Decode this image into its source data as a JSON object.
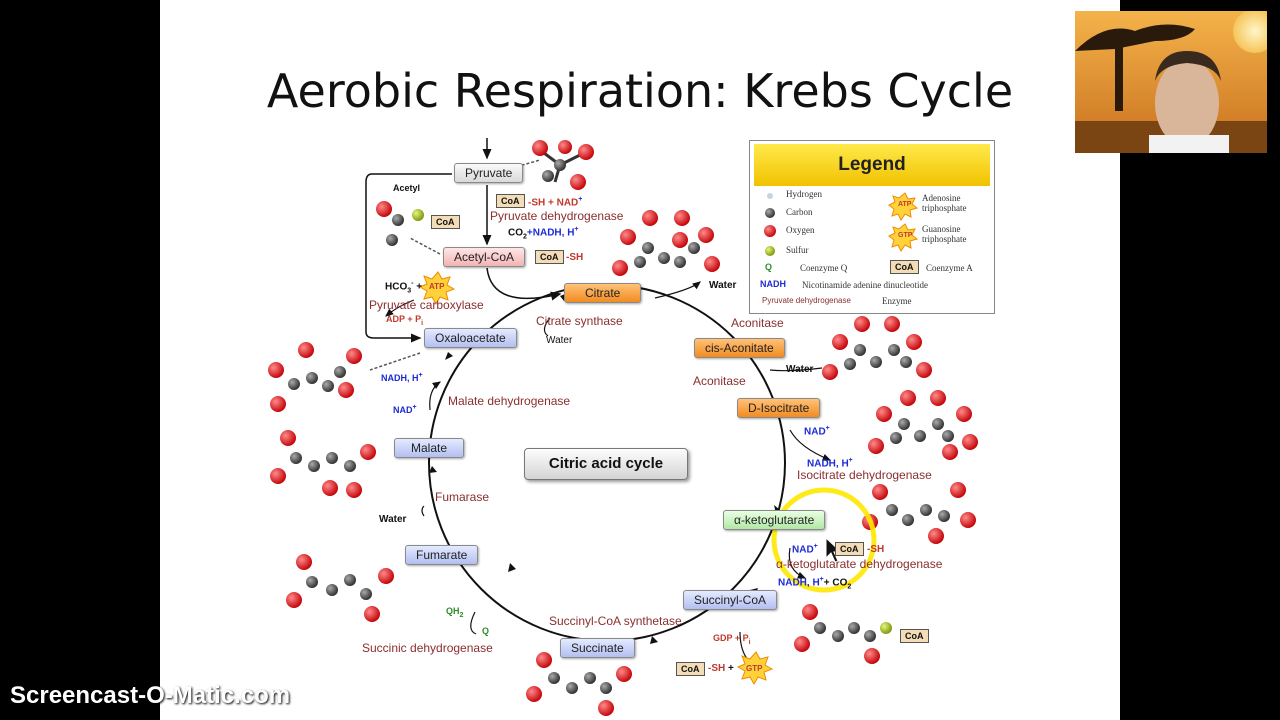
{
  "slide": {
    "title": "Aerobic Respiration: Krebs Cycle"
  },
  "center_label": "Citric acid cycle",
  "metabolites": {
    "pyruvate": "Pyruvate",
    "acetyl_coa": "Acetyl-CoA",
    "citrate": "Citrate",
    "cis_aconitate": "cis-Aconitate",
    "d_isocitrate": "D-Isocitrate",
    "alpha_ketoglutarate": "α-ketoglutarate",
    "succinyl_coa": "Succinyl-CoA",
    "succinate": "Succinate",
    "fumarate": "Fumarate",
    "malate": "Malate",
    "oxaloacetate": "Oxaloacetate"
  },
  "enzymes": {
    "pyruvate_dehydrogenase": "Pyruvate dehydrogenase",
    "pyruvate_carboxylase": "Pyruvate carboxylase",
    "citrate_synthase": "Citrate synthase",
    "aconitase_top": "Aconitase",
    "aconitase_mid": "Aconitase",
    "isocitrate_dehydrogenase": "Isocitrate dehydrogenase",
    "alpha_kg_dehydrogenase": "α-ketoglutarate dehydrogenase",
    "succinyl_coa_synthetase": "Succinyl-CoA synthetase",
    "succinic_dehydrogenase": "Succinic dehydrogenase",
    "fumarase": "Fumarase",
    "malate_dehydrogenase": "Malate dehydrogenase"
  },
  "cofactors": {
    "acetyl": "Acetyl",
    "coa": "CoA",
    "sh_nad": "-SH + NAD",
    "nad_sup": "+",
    "co2": "CO",
    "co2_sub": "2",
    "nadh_h_top": "+NADH, H",
    "sh": "-SH",
    "water": "Water",
    "hco3": "HCO",
    "hco3_sub": "3",
    "hco3_sup": "-",
    "plus": "+",
    "adp_pi": "ADP + P",
    "pi_sub": "i",
    "atp": "ATP",
    "gtp": "GTP",
    "gdp_pi": "GDP + P",
    "nad": "NAD",
    "nadh_h": "NADH, H",
    "qh2": "QH",
    "qh2_sub": "2",
    "q": "Q",
    "co2_plus": "+ CO"
  },
  "legend": {
    "title": "Legend",
    "hydrogen": "Hydrogen",
    "carbon": "Carbon",
    "oxygen": "Oxygen",
    "sulfur": "Sulfur",
    "coenzyme_q_symbol": "Q",
    "coenzyme_q": "Coenzyme Q",
    "nadh_symbol": "NADH",
    "nadh": "Nicotinamide adenine dinucleotide",
    "enzyme_example": "Pyruvate dehydrogenase",
    "enzyme": "Enzyme",
    "atp_symbol": "ATP",
    "atp": "Adenosine triphosphate",
    "gtp_symbol": "GTP",
    "gtp": "Guanosine triphosphate",
    "coa_symbol": "CoA",
    "coa": "Coenzyme A"
  },
  "colors": {
    "oxygen": "#e0191d",
    "carbon": "#555555",
    "sulfur": "#a7c22a",
    "cofactor_blue": "#1d2bd6",
    "enzyme_red": "#8b2e2e",
    "pointer_highlight": "#ffe800"
  },
  "watermark": "Screencast-O-Matic.com"
}
